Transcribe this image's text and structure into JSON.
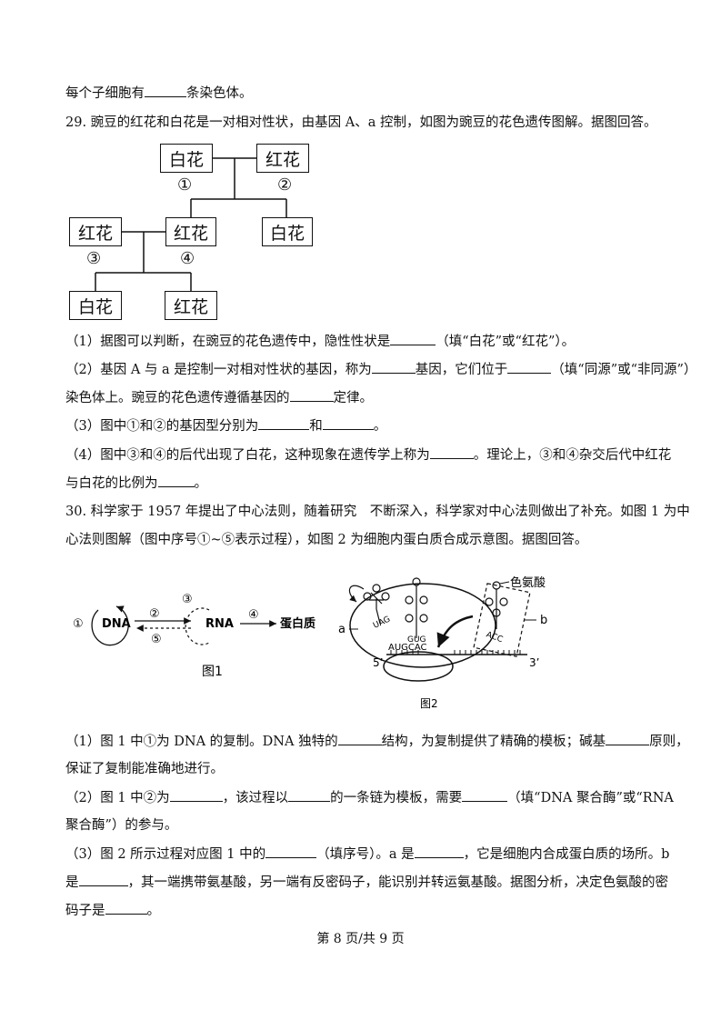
{
  "lines": {
    "l0": "每个子细胞有",
    "l0b": "条染色体。",
    "q29": "29. 豌豆的红花和白花是一对相对性状，由基因 A、a 控制，如图为豌豆的花色遗传图解。据图回答。",
    "q29_1a": "（1）据图可以判断，在豌豆的花色遗传中，隐性性状是",
    "q29_1b": "（填“白花”或“红花”）。",
    "q29_2a": "（2）基因 A 与 a 是控制一对相对性状的基因，称为",
    "q29_2b": "基因，它们位于",
    "q29_2c": "（填“同源”或“非同源”）",
    "q29_2d": "染色体上。豌豆的花色遗传遵循基因的",
    "q29_2e": "定律。",
    "q29_3a": "（3）图中①和②的基因型分别为",
    "q29_3b": "和",
    "q29_3c": "。",
    "q29_4a": "（4）图中③和④的后代出现了白花，这种现象在遗传学上称为",
    "q29_4b": "。理论上，③和④杂交后代中红花",
    "q29_4c": "与白花的比例为",
    "q29_4d": "。",
    "q30a": "30. 科学家于 1957 年提出了中心法则，随着研究　不断深入，科学家对中心法则做出了补充。如图 1 为中",
    "q30b": "心法则图解（图中序号①~⑤表示过程），如图 2 为细胞内蛋白质合成示意图。据图回答。",
    "q30_1a": "（1）图 1 中①为 DNA 的复制。DNA 独特的",
    "q30_1b": "结构，为复制提供了精确的模板；碱基",
    "q30_1c": "原则，",
    "q30_1d": "保证了复制能准确地进行。",
    "q30_2a": "（2）图 1 中②为",
    "q30_2b": "，该过程以",
    "q30_2c": "的一条链为模板，需要",
    "q30_2d": "（填“DNA 聚合酶”或“RNA",
    "q30_2e": "聚合酶”）的参与。",
    "q30_3a": "（3）图 2 所示过程对应图 1 中的",
    "q30_3b": "（填序号）。a 是",
    "q30_3c": "，它是细胞内合成蛋白质的场所。b",
    "q30_3d": "是",
    "q30_3e": "，其一端携带氨基酸，另一端有反密码子，能识别并转运氨基酸。据图分析，决定色氨酸的密",
    "q30_3f": "码子是",
    "q30_3g": "。"
  },
  "pedigree": {
    "p1": "白花",
    "p2": "红花",
    "f1a": "红花",
    "f1b": "白花",
    "f1c": "红花",
    "f2a": "白花",
    "f2b": "红花",
    "n1": "①",
    "n2": "②",
    "n3": "③",
    "n4": "④"
  },
  "fig1": {
    "c1": "①",
    "dna": "DNA",
    "c2": "②",
    "c3": "③",
    "rna": "RNA",
    "c4": "④",
    "protein": "蛋白质",
    "c5": "⑤",
    "caption": "图1"
  },
  "fig2": {
    "aa": "色氨酸",
    "a": "a",
    "b": "b",
    "uag": "UAG",
    "gug": "GUG",
    "acc": "ACC",
    "mrna": "AUGCAC",
    "five": "5’",
    "three": "3’",
    "caption": "图2"
  },
  "footer": "第 8 页/共 9 页"
}
